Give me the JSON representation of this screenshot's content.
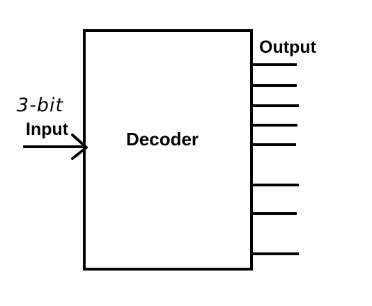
{
  "diagram": {
    "block_label": "Decoder",
    "input_bits_label": "3-bit",
    "input_label": "Input",
    "output_label": "Output",
    "output_line_count": 8,
    "stroke_color": "#000000",
    "background_color": "#ffffff"
  }
}
